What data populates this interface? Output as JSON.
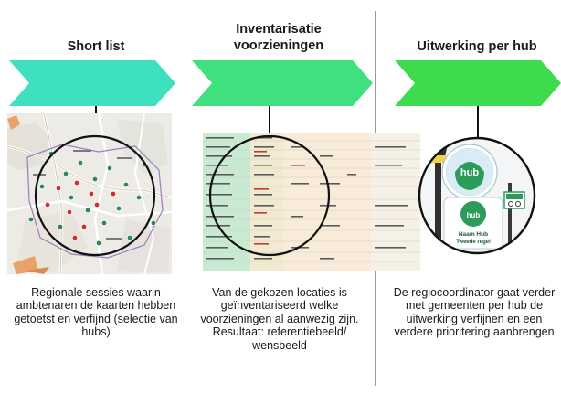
{
  "steps": [
    {
      "heading": "Short list",
      "description": "Regionale sessies waarin ambtenaren de kaarten hebben getoetst en verfijnd (selectie van hubs)",
      "color": "#3ee0c0"
    },
    {
      "heading": "Inventarisatie voorzieningen",
      "description": "Van de gekozen locaties is geïnventariseerd welke voorzieningen al aanwezig zijn. Resultaat: referentiebeeld/ wensbeeld",
      "color": "#41e07e"
    },
    {
      "heading": "Uitwerking per hub",
      "description": "De regiocoordinator gaat verder met gemeenten per hub de uitwerking verfijnen en een verdere prioritering aanbrengen",
      "color": "#3fdb4e"
    }
  ],
  "hub_sign": {
    "logo_text": "hub",
    "name_line1": "Naam Hub",
    "name_line2": "Tweede regel"
  }
}
